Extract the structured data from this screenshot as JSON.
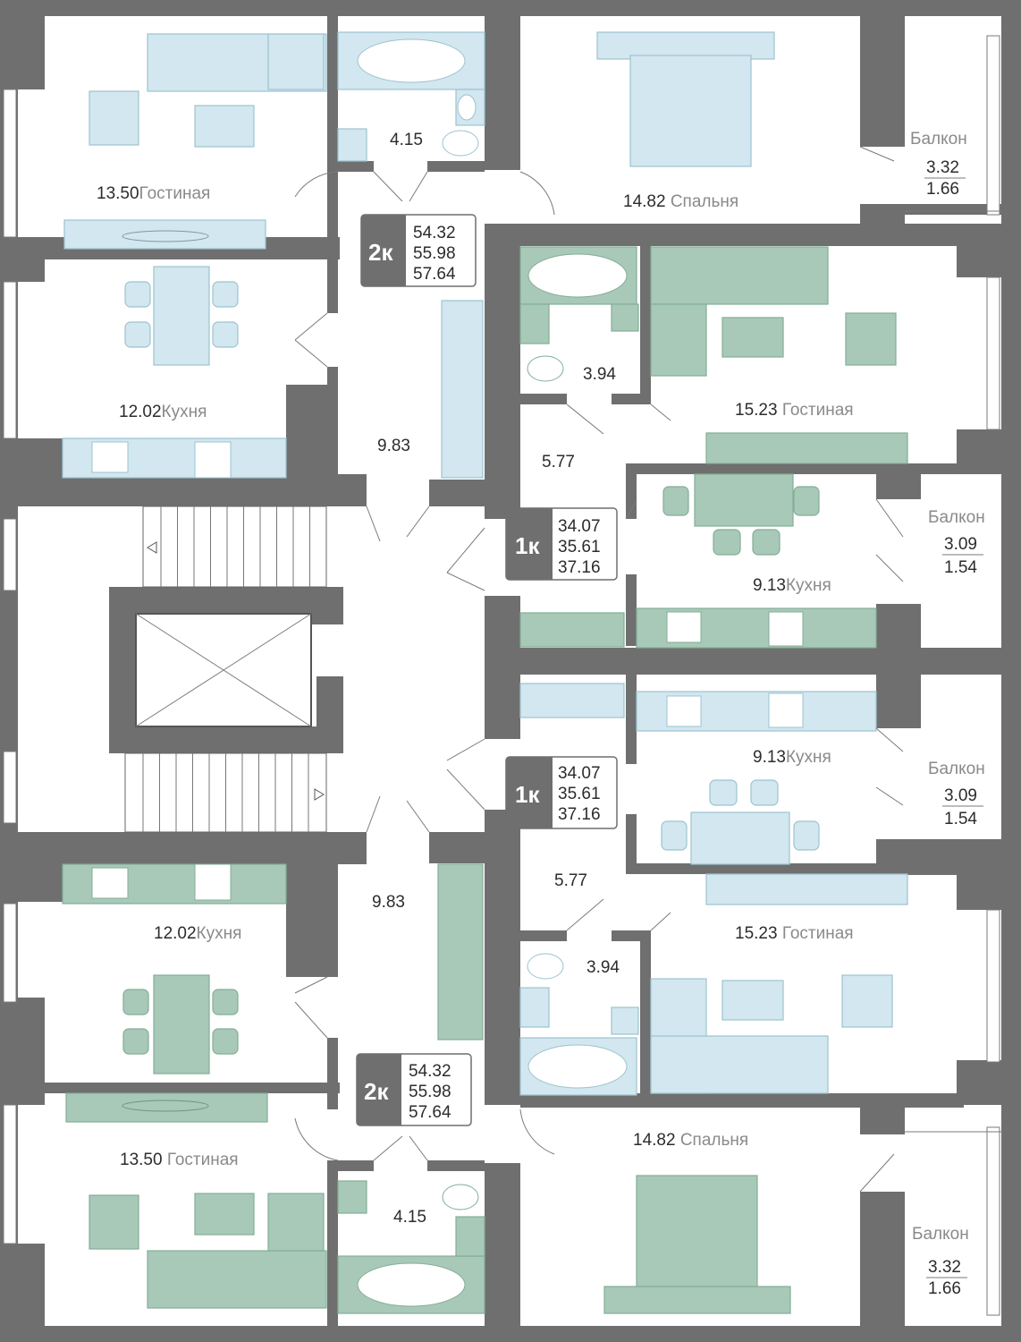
{
  "colors": {
    "wall": "#6f6f6f",
    "furniture_blue": "#d2e7ef",
    "furniture_green": "#a8c9b8",
    "badge_dark": "#6f6f6f"
  },
  "rooms": {
    "r1": {
      "area": "13.50",
      "name": "Гостиная"
    },
    "r2": {
      "area": "4.15",
      "name": ""
    },
    "r3": {
      "area": "14.82",
      "name": "Спальня"
    },
    "r4": {
      "area": "12.02",
      "name": "Кухня"
    },
    "r5": {
      "area": "9.83",
      "name": ""
    },
    "r6": {
      "area": "3.94",
      "name": ""
    },
    "r7": {
      "area": "15.23",
      "name": "Гостиная"
    },
    "r8": {
      "area": "5.77",
      "name": ""
    },
    "r9": {
      "area": "9.13",
      "name": "Кухня"
    },
    "r10": {
      "area": "9.13",
      "name": "Кухня"
    },
    "r11": {
      "area": "5.77",
      "name": ""
    },
    "r12": {
      "area": "15.23",
      "name": "Гостиная"
    },
    "r13": {
      "area": "3.94",
      "name": ""
    },
    "r14": {
      "area": "12.02",
      "name": "Кухня"
    },
    "r15": {
      "area": "9.83",
      "name": ""
    },
    "r16": {
      "area": "13.50",
      "name": "Гостиная"
    },
    "r17": {
      "area": "4.15",
      "name": ""
    },
    "r18": {
      "area": "14.82",
      "name": "Спальня"
    }
  },
  "balconies": {
    "b1": {
      "label": "Балкон",
      "area_top": "3.32",
      "area_bottom": "1.66"
    },
    "b2": {
      "label": "Балкон",
      "area_top": "3.09",
      "area_bottom": "1.54"
    },
    "b3": {
      "label": "Балкон",
      "area_top": "3.09",
      "area_bottom": "1.54"
    },
    "b4": {
      "label": "Балкон",
      "area_top": "3.32",
      "area_bottom": "1.66"
    }
  },
  "badges": {
    "a1": {
      "type": "2к",
      "areas": [
        "54.32",
        "55.98",
        "57.64"
      ]
    },
    "a2": {
      "type": "1к",
      "areas": [
        "34.07",
        "35.61",
        "37.16"
      ]
    },
    "a3": {
      "type": "1к",
      "areas": [
        "34.07",
        "35.61",
        "37.16"
      ]
    },
    "a4": {
      "type": "2к",
      "areas": [
        "54.32",
        "55.98",
        "57.64"
      ]
    }
  }
}
